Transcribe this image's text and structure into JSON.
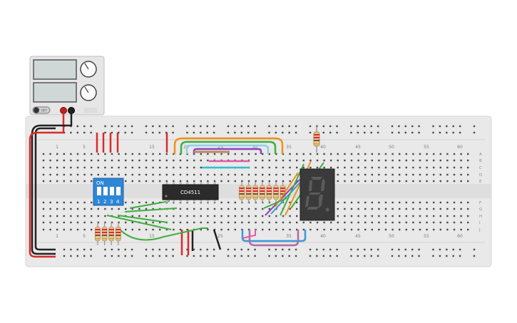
{
  "power_supply": {
    "switch_label": "OFF"
  },
  "breadboard": {
    "column_labels": [
      "1",
      "5",
      "15",
      "20",
      "25",
      "30",
      "35",
      "40",
      "45",
      "50",
      "55",
      "60"
    ],
    "column_labels_bottom": [
      "1",
      "5",
      "15",
      "25",
      "35",
      "40",
      "45",
      "50",
      "55",
      "60"
    ],
    "row_labels_top": [
      "A",
      "B",
      "C",
      "D",
      "E"
    ],
    "row_labels_bottom": [
      "F",
      "G",
      "H",
      "I",
      "J"
    ]
  },
  "dip_switch": {
    "on_label": "ON",
    "switch_numbers": [
      "1",
      "2",
      "3",
      "4"
    ]
  },
  "ic": {
    "label": "CD4511"
  },
  "seven_segment": {
    "digit": "8"
  },
  "colors": {
    "rail_red": "#d92a2a",
    "rail_black": "#222222",
    "wire_green": "#3fae3f",
    "wire_orange": "#f0901e",
    "wire_purple": "#8e3fc2",
    "wire_blue": "#3a9ad9",
    "wire_teal": "#2ec1c9",
    "wire_pink": "#e05aa8"
  }
}
